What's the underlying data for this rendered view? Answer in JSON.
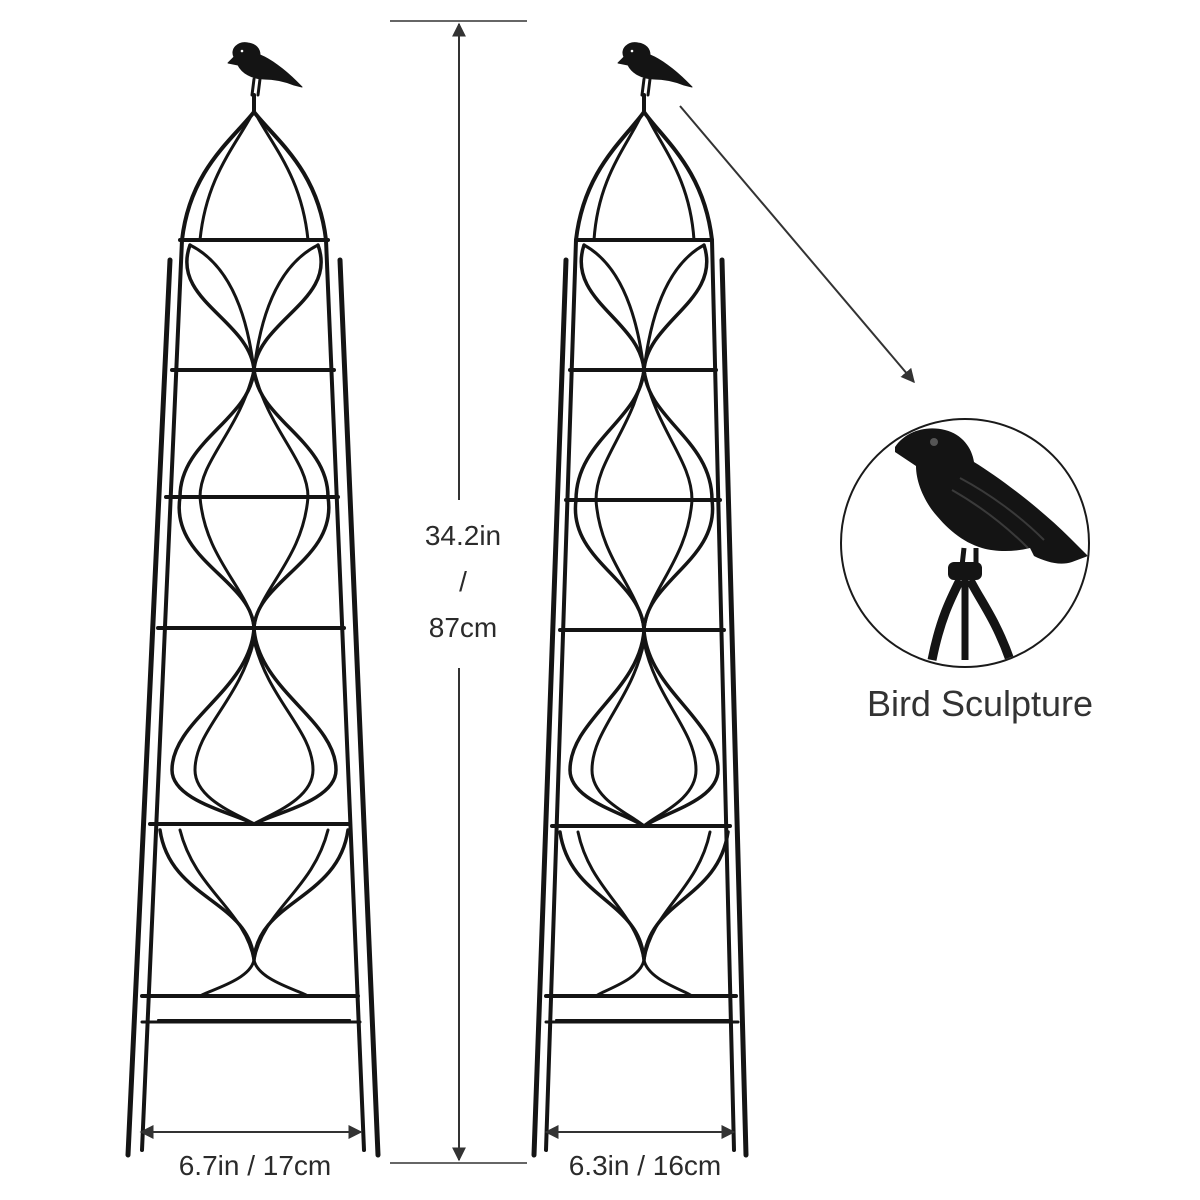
{
  "dimensions": {
    "height_value_in": "34.2in",
    "height_separator": "/",
    "height_value_cm": "87cm",
    "width_left": "6.7in / 17cm",
    "width_right": "6.3in / 16cm"
  },
  "callout": {
    "label": "Bird Sculpture"
  },
  "colors": {
    "metal": "#141414",
    "dimension_line": "#333333",
    "text": "#2b2b2b",
    "background": "#ffffff"
  }
}
